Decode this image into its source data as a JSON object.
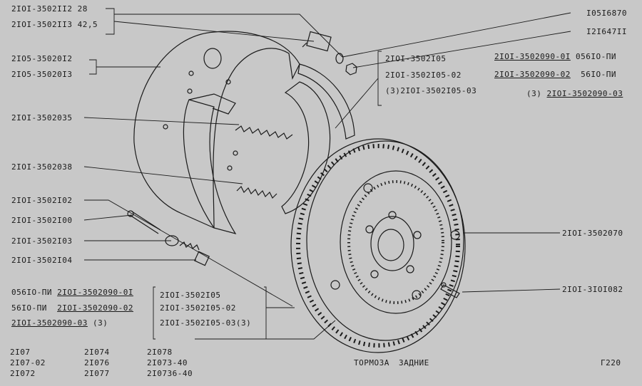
{
  "callouts": {
    "bolt_28": "2IOI-3502II2 28",
    "bolt_42": "2IOI-3502II3 42,5",
    "plate_left": "2IO5-35020I2",
    "plate_right": "2IO5-35020I3",
    "spring_upper": "2IOI-3502035",
    "spring_lower": "2IOI-3502038",
    "pin_guide": "2IOI-3502I02",
    "pin": "2IOI-3502I00",
    "cup": "2IOI-3502I03",
    "spring_clip": "2IOI-3502I04",
    "washer": "I05I6870",
    "nut": "I2I647II",
    "drum": "2IOI-3502070",
    "bleeder": "2IOI-3IOI082"
  },
  "top_box": {
    "lines": [
      "2IOI-3502I05",
      "2IOI-3502I05-02",
      "(3)2IOI-3502I05-03"
    ]
  },
  "top_right_list": [
    {
      "code": "2IOI-3502090-0I",
      "suffix": "056IO-ПИ"
    },
    {
      "code": "2IOI-3502090-02",
      "suffix": "56IO-ПИ"
    },
    {
      "prefix": "(3)",
      "code": "2IOI-3502090-03"
    }
  ],
  "bottom_left_list": [
    {
      "prefix": "056IO-ПИ",
      "code": "2IOI-3502090-0I"
    },
    {
      "prefix": "56IO-ПИ",
      "code": "2IOI-3502090-02"
    },
    {
      "code": "2IOI-3502090-03",
      "suffix": "(3)"
    }
  ],
  "bottom_box": {
    "lines": [
      "2IOI-3502I05",
      "2IOI-3502I05-02",
      "2IOI-3502I05-03(3)"
    ]
  },
  "models": {
    "col1": [
      "2I07",
      "2I07-02",
      "2I072"
    ],
    "col2": [
      "2I074",
      "2I076",
      "2I077"
    ],
    "col3": [
      "2I078",
      "2I073-40",
      "2I0736-40"
    ]
  },
  "title": "ТОРМОЗА ЗАДНИЕ",
  "page_ref": "Г220"
}
